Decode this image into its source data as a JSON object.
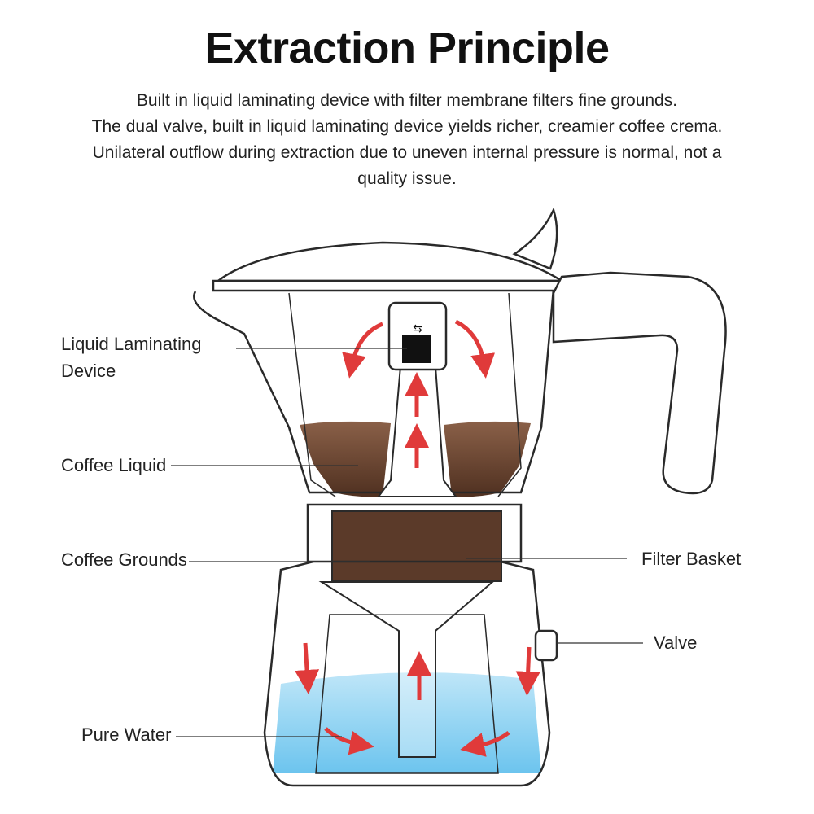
{
  "header": {
    "title": "Extraction Principle",
    "description": [
      "Built in liquid laminating device with filter membrane filters fine grounds.",
      "The dual valve, built in liquid laminating device yields richer, creamier coffee crema.",
      "Unilateral outflow during extraction due to uneven internal pressure is normal, not a",
      "quality issue."
    ]
  },
  "labels": {
    "laminating_line1": "Liquid Laminating",
    "laminating_line2": "Device",
    "coffee_liquid": "Coffee Liquid",
    "coffee_grounds": "Coffee Grounds",
    "pure_water": "Pure Water",
    "filter_basket": "Filter Basket",
    "valve": "Valve"
  },
  "colors": {
    "coffee": "#5b3a29",
    "water": "#7fcdf0",
    "arrow": "#e03a3a",
    "outline": "#2a2a2a"
  }
}
